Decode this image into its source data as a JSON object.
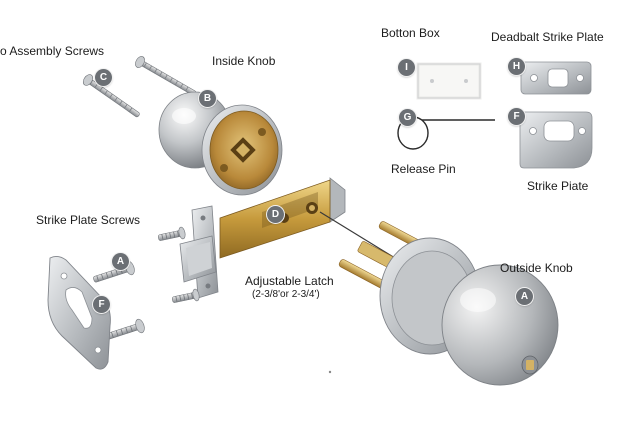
{
  "labels": {
    "assembly_screws": "o Assembly Screws",
    "inside_knob": "Inside Knob",
    "botton_box": "Botton Box",
    "deadbolt_strike_plate": "Deadbalt Strike Plate",
    "release_pin": "Release Pin",
    "strike_plate": "Strike Piate",
    "strike_plate_screws": "Strike Plate Screws",
    "outside_knob": "Outside Knob",
    "adjustable_latch": "Adjustable Latch",
    "latch_size": "(2-3/8'or 2-3/4')"
  },
  "badges": {
    "assembly_screws": "C",
    "inside_knob": "B",
    "botton_box": "I",
    "deadbolt_strike_plate": "H",
    "release_pin": "G",
    "strike_plate": "F",
    "latch": "D",
    "strike_screw": "A",
    "left_strike_plate": "F",
    "outside_knob": "A"
  },
  "colors": {
    "steel": "#b9bcbf",
    "brass": "#c69a3c",
    "badge": "#6b6f74"
  }
}
